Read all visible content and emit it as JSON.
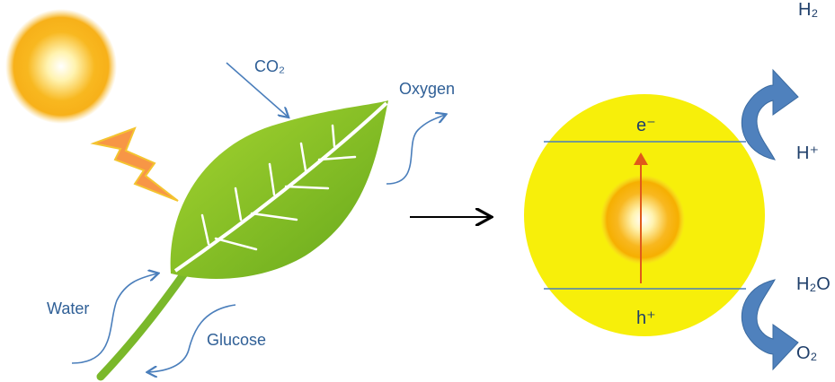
{
  "labels": {
    "co2": "CO₂",
    "oxygen": "Oxygen",
    "water": "Water",
    "glucose": "Glucose",
    "electron": "e⁻",
    "hole": "h⁺",
    "h2": "H₂",
    "h_plus": "H⁺",
    "h2o": "H₂O",
    "o2": "O₂"
  },
  "colors": {
    "arrow_blue": "#4a7ebb",
    "leaf_light": "#9acd2a",
    "leaf_dark": "#6aaa1e",
    "particle": "#f7ef0a",
    "sun": "#f6a800",
    "bolt": "#f79646"
  }
}
